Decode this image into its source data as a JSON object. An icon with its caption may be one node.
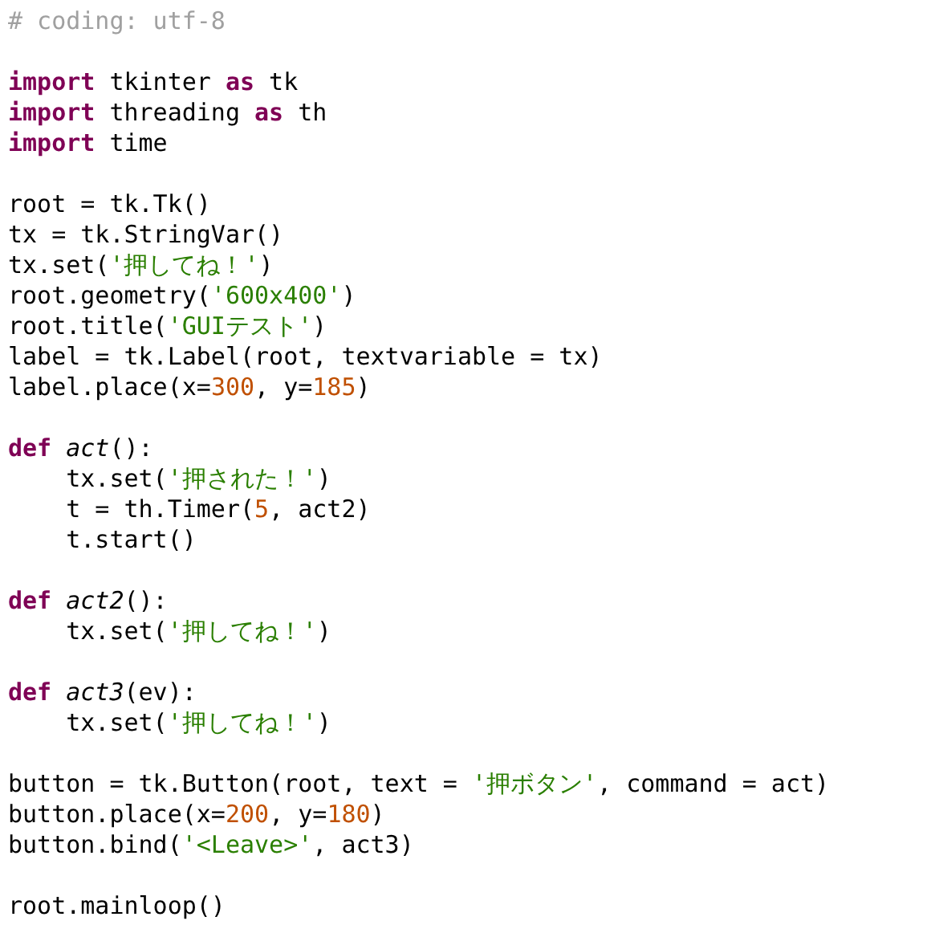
{
  "diagram": {
    "labels": [
      "# coding: utf-8",
      "**import** tkinter **as** tk",
      "**import** threading **as** th",
      "**import** time",
      "root = tk.Tk()",
      "tx = tk.StringVar()",
      "tx.set('押してね！')",
      "root.geometry('600x400')",
      "root.title('GUIテスト')",
      "label = tk.Label(root, textvariable = tx)",
      "label.place(x=300, y=185)",
      "**def** *act*():",
      "tx.set('押された！')",
      "t = th.Timer(5, act2)",
      "t.start()",
      "**def** *act2*():",
      "tx.set('押してね！')",
      "**def** *act3*(ev):",
      "tx.set('押してね！')",
      "button = tk.Button(root, text = '押ボタン', command = act)",
      "button.place(x=200, y=180)",
      "button.bind('<Leave>', act3)",
      "root.mainloop()"
    ]
  }
}
